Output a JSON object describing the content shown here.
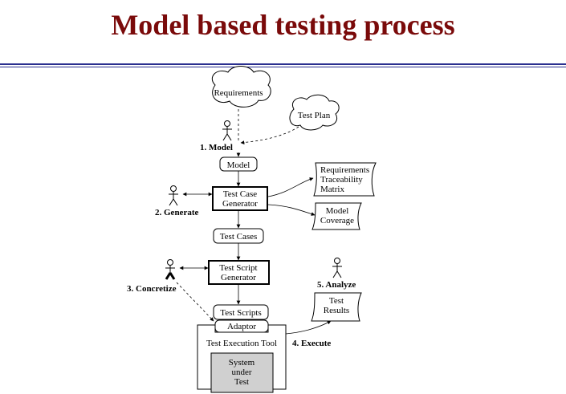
{
  "page": {
    "title": "Model based testing process",
    "accent_color": "#7a0a0a",
    "rule_color": "#2a2f8f"
  },
  "diagram": {
    "clouds": {
      "requirements": "Requirements",
      "test_plan": "Test Plan"
    },
    "boxes": {
      "model": "Model",
      "test_case_generator": [
        "Test Case",
        "Generator"
      ],
      "test_cases": "Test Cases",
      "test_script_generator": [
        "Test Script",
        "Generator"
      ],
      "test_scripts": "Test Scripts",
      "adaptor": "Adaptor",
      "test_execution_tool": "Test Execution Tool",
      "system_under_test": [
        "System",
        "under",
        "Test"
      ]
    },
    "documents": {
      "traceability_matrix": [
        "Requirements",
        "Traceability",
        "Matrix"
      ],
      "model_coverage": [
        "Model",
        "Coverage"
      ],
      "test_results": [
        "Test",
        "Results"
      ]
    },
    "steps": {
      "model": "1. Model",
      "generate": "2. Generate",
      "concretize": "3. Concretize",
      "execute": "4. Execute",
      "analyze": "5. Analyze"
    },
    "icons": [
      "person-icon"
    ]
  }
}
